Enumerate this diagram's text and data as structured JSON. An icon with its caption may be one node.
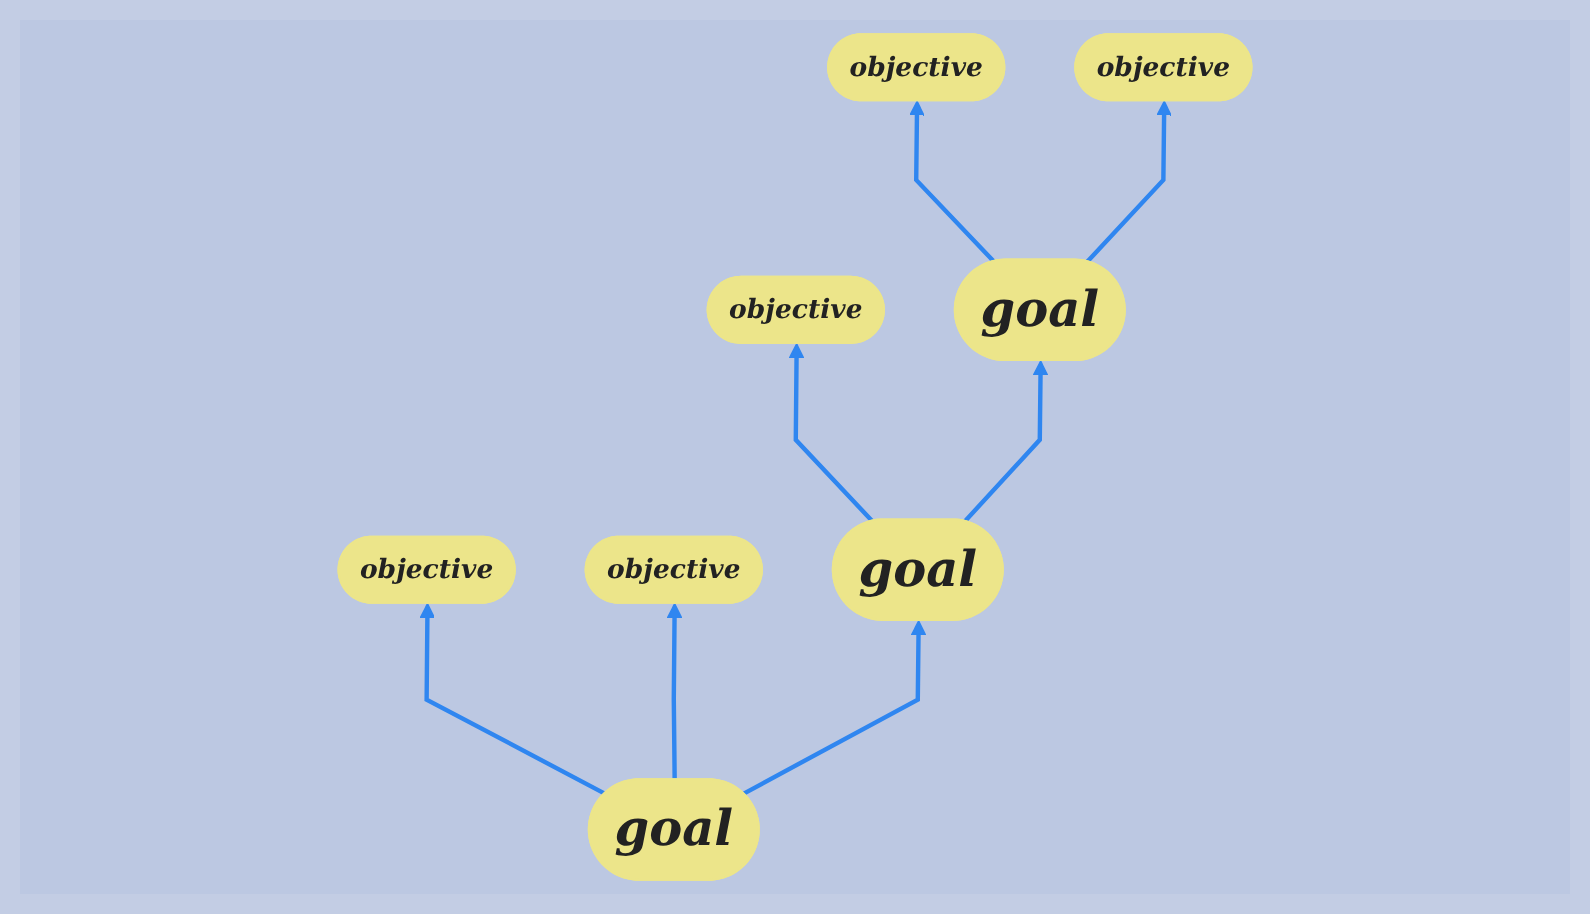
{
  "diagram": {
    "nodes": [
      {
        "text": [
          "objective"
        ]
      },
      {
        "text": [
          "objective"
        ]
      },
      {
        "text": [
          "objective"
        ]
      },
      {
        "text": [
          "objective"
        ]
      },
      {
        "text": [
          "objective"
        ]
      },
      {
        "text": [
          "goal"
        ]
      },
      {
        "text": [
          "goal"
        ]
      },
      {
        "text": [
          "goal"
        ]
      }
    ],
    "edges": [
      {
        "from": 5,
        "to": 0,
        "arrow": "to"
      },
      {
        "from": 5,
        "to": 1,
        "arrow": "to"
      },
      {
        "from": 6,
        "to": 2,
        "arrow": "to"
      },
      {
        "from": 7,
        "to": 3,
        "arrow": "to"
      },
      {
        "from": 7,
        "to": 4,
        "arrow": "to"
      },
      {
        "from": 5,
        "to": 6,
        "arrow": "to"
      },
      {
        "from": 6,
        "to": 7,
        "arrow": "to"
      }
    ]
  }
}
